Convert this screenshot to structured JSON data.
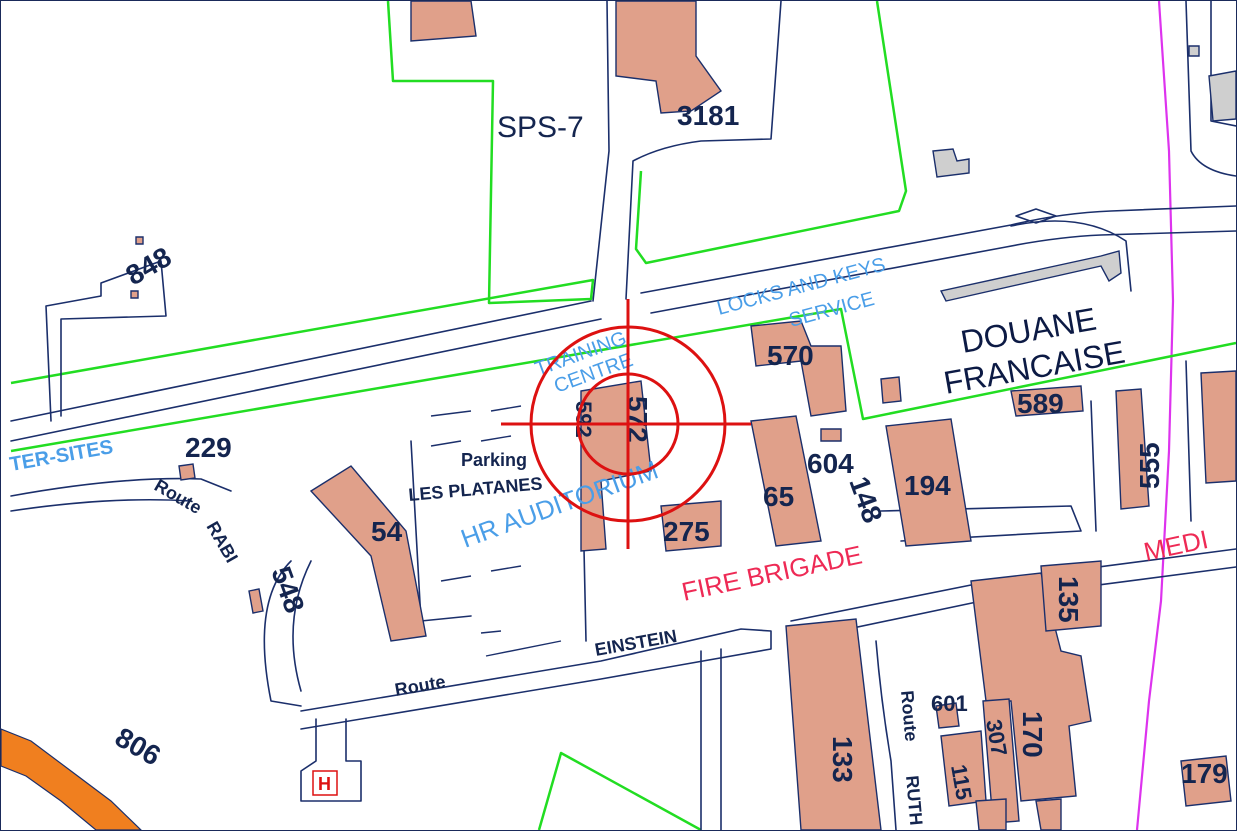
{
  "map": {
    "zones": {
      "sps7": "SPS-7"
    },
    "buildings": {
      "b3181": "3181",
      "b848": "848",
      "b229": "229",
      "b570": "570",
      "b589": "589",
      "b555": "555",
      "b194": "194",
      "b572": "572",
      "b592": "592",
      "b65": "65",
      "b604": "604",
      "b148": "148",
      "b275": "275",
      "b54": "54",
      "b548": "548",
      "b135": "135",
      "b133": "133",
      "b170": "170",
      "b601": "601",
      "b307": "307",
      "b115": "115",
      "b179": "179",
      "b806": "806"
    },
    "services": {
      "locks1": "LOCKS AND KEYS",
      "locks2": "SERVICE",
      "training1": "TRAINING",
      "training2": "CENTRE",
      "hr": "HR AUDITORIUM",
      "fire": "FIRE BRIGADE",
      "medi": "MEDI",
      "intersites": "TER-SITES",
      "douane1": "DOUANE",
      "douane2": "FRANCAISE"
    },
    "roads": {
      "parking": "Parking",
      "platanes": "LES PLATANES",
      "route_rabi1": "Route",
      "route_rabi2": "RABI",
      "route_e1": "Route",
      "route_e2": "EINSTEIN",
      "route_v": "Route",
      "route_v2": "RUTH"
    },
    "markers": {
      "hospital": "H"
    },
    "colors": {
      "building": "#e0a08a",
      "road": "#1b2f6b",
      "site_boundary": "#22dd22",
      "border": "#dd33ee",
      "crosshair": "#dd1111",
      "highway": "#f07f1f"
    }
  }
}
